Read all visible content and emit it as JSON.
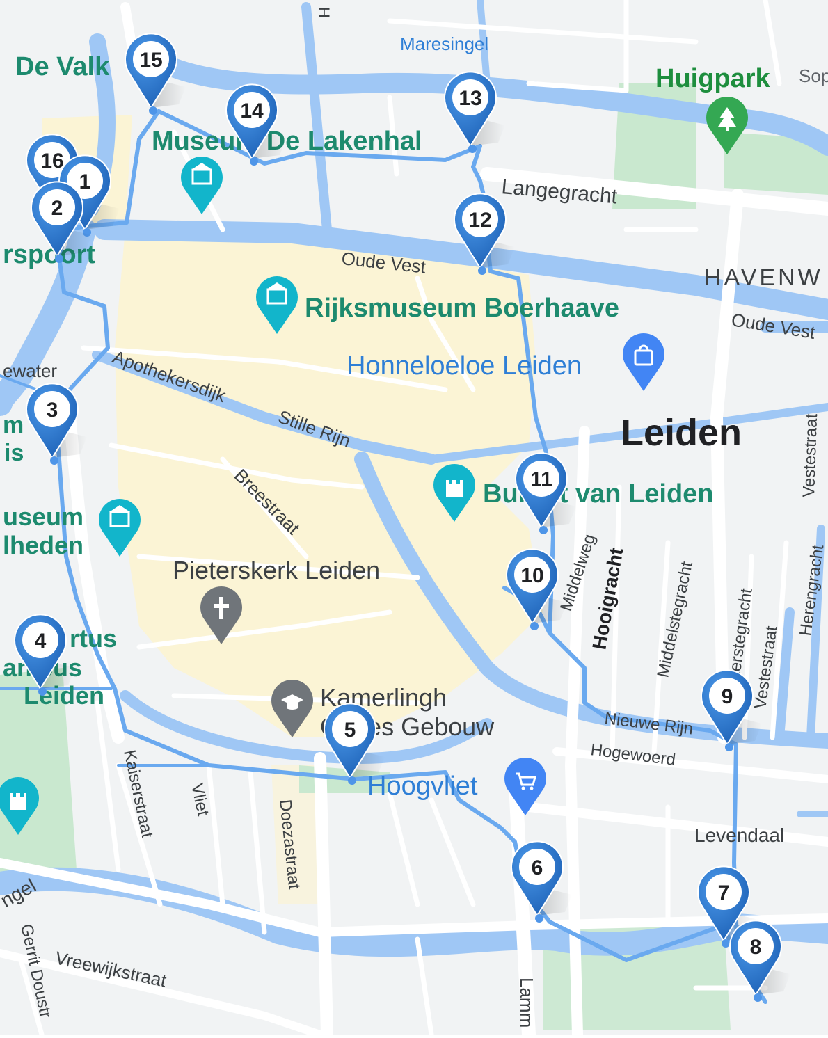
{
  "map": {
    "city_label": "Leiden",
    "district_label": "HAVENW",
    "pois": [
      {
        "name": "Museum De Lakenhal",
        "kind": "museum",
        "icon": "museum-icon",
        "color": "#12b5cb"
      },
      {
        "name": "Rijksmuseum Boerhaave",
        "kind": "museum",
        "icon": "museum-icon",
        "color": "#12b5cb"
      },
      {
        "name": "Honneloeloe Leiden",
        "kind": "shop",
        "icon": "shopping-bag-icon",
        "color": "#4285f4"
      },
      {
        "name": "Burcht van Leiden",
        "kind": "attraction",
        "icon": "castle-icon",
        "color": "#12b5cb"
      },
      {
        "name": "Pieterskerk Leiden",
        "kind": "church",
        "icon": "cross-icon",
        "color": "#70757a"
      },
      {
        "name": "Kamerlingh Onnes Gebouw",
        "kind": "university",
        "icon": "graduation-cap-icon",
        "color": "#70757a"
      },
      {
        "name": "Hoogvliet",
        "kind": "supermarket",
        "icon": "cart-icon",
        "color": "#4285f4"
      },
      {
        "name": "Huigpark",
        "kind": "park",
        "icon": "tree-icon",
        "color": "#34a853"
      }
    ],
    "partial_labels": {
      "de_valk": "De Valk",
      "sport": "rspoort",
      "water": "ewater",
      "m_is_1": "m",
      "m_is_2": "is",
      "museum_volk_1": "useum",
      "museum_volk_2": "lheden",
      "hortus_1": "rtus",
      "hortus_2": "anicus",
      "hortus_3": "Leiden",
      "singel": "ngel",
      "lamm": "Lamm",
      "oudevest_right": "Oude Vest"
    },
    "streets": {
      "maresingel": "Maresingel",
      "langegracht": "Langegracht",
      "oude_vest": "Oude Vest",
      "apothekersdijk": "Apothekersdijk",
      "stille_rijn": "Stille Rijn",
      "breestraat": "Breestraat",
      "middelweg": "Middelweg",
      "hooigracht": "Hooigracht",
      "middelstegracht": "Middelstegracht",
      "uiterstegracht": "Uiterstegracht",
      "vestestraat": "Vestestraat",
      "herengracht": "Herengracht",
      "nieuwe_rijn": "Nieuwe Rijn",
      "hogewoerd": "Hogewoerd",
      "levendaal": "Levendaal",
      "kaiserstraat": "Kaiserstraat",
      "vliet": "Vliet",
      "doezastraat": "Doezastraat",
      "vreewijkstraat": "Vreewijkstraat",
      "gerrit_dou": "Gerrit Doustr",
      "sop": "Sop",
      "vestestraat_lower": "Vestestraat",
      "h_top": "H"
    },
    "route_stops": [
      "1",
      "2",
      "3",
      "4",
      "5",
      "6",
      "7",
      "8",
      "9",
      "10",
      "11",
      "12",
      "13",
      "14",
      "15",
      "16"
    ],
    "colors": {
      "land": "#f1f3f4",
      "water": "#9fc7f5",
      "road": "#ffffff",
      "old_town": "#fdf3cf",
      "park": "#c9e8cf",
      "route": "#6aa9ef",
      "pin": "#2f7fd6"
    }
  }
}
